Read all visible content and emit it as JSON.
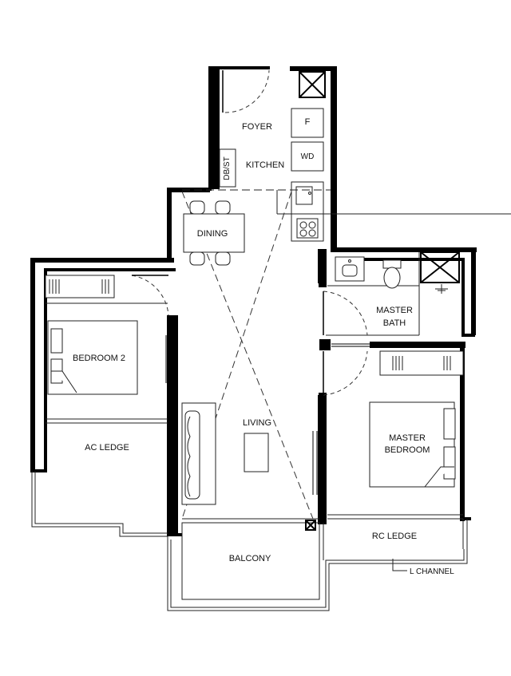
{
  "rooms": {
    "foyer": "FOYER",
    "kitchen": "KITCHEN",
    "db_st": "DB/ST",
    "fridge": "F",
    "washer_dryer": "WD",
    "dining": "DINING",
    "bedroom2": "BEDROOM 2",
    "ac_ledge": "AC LEDGE",
    "living": "LIVING",
    "master_bath": [
      "MASTER",
      "BATH"
    ],
    "master_bedroom": [
      "MASTER",
      "BEDROOM"
    ],
    "rc_ledge": "RC LEDGE",
    "balcony": "BALCONY",
    "l_channel": "L CHANNEL"
  },
  "colors": {
    "wall": "#000000",
    "line": "#333333",
    "background": "#ffffff"
  }
}
